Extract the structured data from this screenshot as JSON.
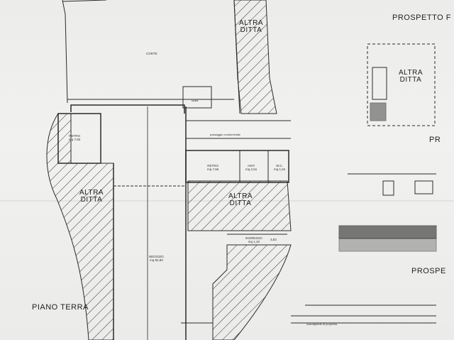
{
  "labels": {
    "prospetto_top": "PROSPETTO F",
    "prospetto_mid": "PROSPE",
    "pr_side": "PR",
    "altra_ditta": "ALTRA\nDITTA",
    "piano_terra": "PIANO TERRA",
    "corte": "CORTE",
    "retro1": "RETRO\nmq 7,60",
    "retro2": "RETRO\nmq 7,66",
    "anti": "ANTI\nmq 2,51",
    "wc": "W.C.\nmq 1,84",
    "negozio": "NEGOZIO\nmq 92,80",
    "ingresso": "INGRESSO\nmq 1,10",
    "passaggio": "passaggio condominiale",
    "passaggio_bottom": "marciapiede di proprieta",
    "scala": "scala",
    "dim_3": "3,83"
  },
  "colors": {
    "line": "#2a2a2a",
    "hatch": "#333333",
    "paper": "#eeeeec"
  }
}
